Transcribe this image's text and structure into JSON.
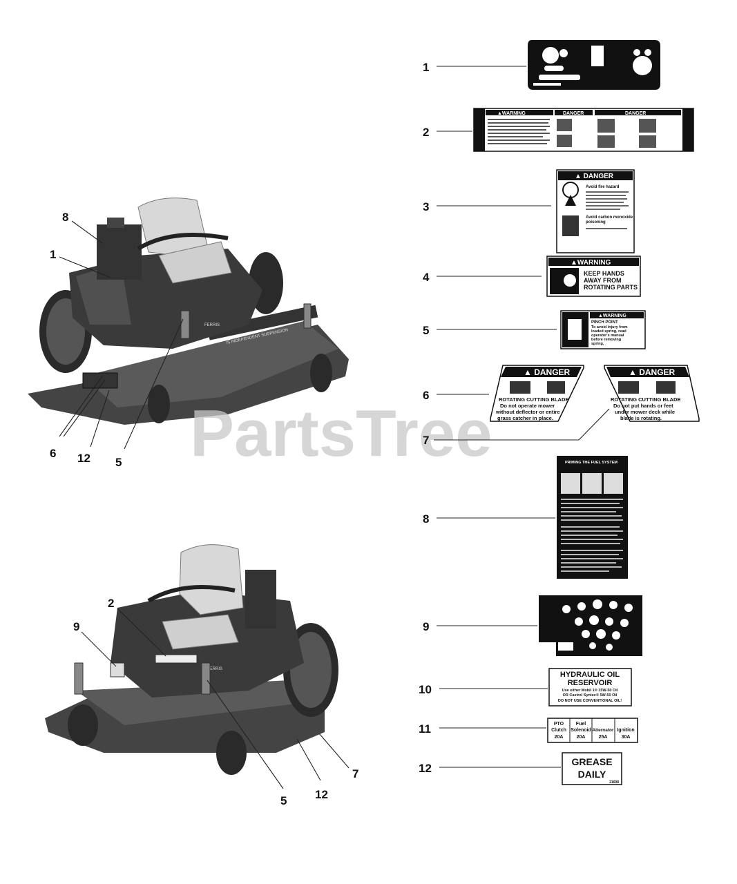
{
  "watermark": "PartsTree",
  "callouts": {
    "n1": "1",
    "n2": "2",
    "n3": "3",
    "n4": "4",
    "n5": "5",
    "n6": "6",
    "n7": "7",
    "n8": "8",
    "n9": "9",
    "n10": "10",
    "n11": "11",
    "n12": "12"
  },
  "decals": {
    "d2": {
      "warning": "▲WARNING",
      "danger_a": "DANGER",
      "danger_b": "DANGER"
    },
    "d3": {
      "header": "▲ DANGER",
      "line1": "Avoid fire hazard",
      "line2": "Avoid carbon monoxide",
      "line3": "poisoning"
    },
    "d4": {
      "header": "▲WARNING",
      "line1": "KEEP HANDS",
      "line2": "AWAY FROM",
      "line3": "ROTATING PARTS"
    },
    "d5": {
      "header": "▲WARNING",
      "line1": "PINCH POINT",
      "line2": "To avoid injury from",
      "line3": "loaded spring, read",
      "line4": "operator's manual",
      "line5": "before removing",
      "line6": "spring."
    },
    "d6": {
      "header": "▲ DANGER",
      "line1": "ROTATING CUTTING BLADE",
      "line2": "Do not operate mower",
      "line3": "without deflector or entire",
      "line4": "grass catcher in place."
    },
    "d7": {
      "header": "▲ DANGER",
      "line1": "ROTATING CUTTING BLADE",
      "line2": "Do not put hands or feet",
      "line3": "under mower deck while",
      "line4": "blade is rotating."
    },
    "d8": {
      "header": "PRIMING THE FUEL SYSTEM"
    },
    "d10": {
      "line1": "HYDRAULIC OIL",
      "line2": "RESERVOIR",
      "line3": "Use either Mobil 1® 15W-50 Oil",
      "line4": "OR Castrol Syntec® 5W-50 Oil",
      "line5": "DO NOT USE CONVENTIONAL OIL!"
    },
    "d11": {
      "cols": [
        {
          "a": "PTO",
          "b": "Clutch",
          "c": "20A"
        },
        {
          "a": "Fuel",
          "b": "Solenoid",
          "c": "20A"
        },
        {
          "a": "",
          "b": "Alternator",
          "c": "25A"
        },
        {
          "a": "",
          "b": "Ignition",
          "c": "30A"
        }
      ]
    },
    "d12": {
      "line1": "GREASE",
      "line2": "DAILY",
      "code": "21698"
    }
  },
  "mower_badges": {
    "brand": "FERRIS",
    "suspension": "IS INDEPENDENT SUSPENSION"
  },
  "colors": {
    "mower_body": "#3a3a3a",
    "seat": "#d8d8d8",
    "deck": "#4a4a4a",
    "watermark": "#c9c9c9"
  }
}
